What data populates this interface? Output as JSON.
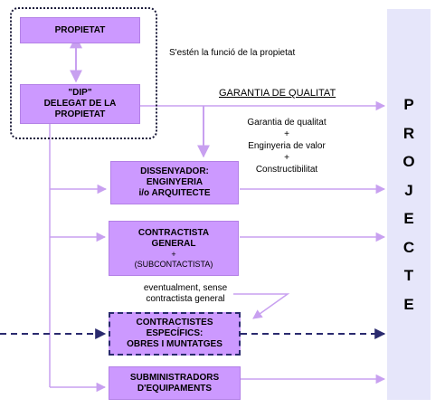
{
  "boxes": {
    "propietat": "PROPIETAT",
    "dip_line1": "\"DIP\"",
    "dip_line2": "DELEGAT DE LA",
    "dip_line3": "PROPIETAT",
    "dissenyador_line1": "DISSENYADOR:",
    "dissenyador_line2": "ENGINYERIA",
    "dissenyador_line3": "i/o ARQUITECTE",
    "contractista_line1": "CONTRACTISTA",
    "contractista_line2": "GENERAL",
    "contractista_plus": "+",
    "contractista_line3": "(SUBCONTACTISTA)",
    "especifics_line1": "CONTRACTISTES",
    "especifics_line2": "ESPECÍFICS:",
    "especifics_line3": "OBRES I MUNTATGES",
    "subministradors_line1": "SUBMINISTRADORS",
    "subministradors_line2": "D'EQUIPAMENTS"
  },
  "labels": {
    "extends": "S'estén la funció de la propietat",
    "garantia_header": "GARANTIA DE QUALITAT",
    "garantia_1": "Garantia de qualitat",
    "plus_1": "+",
    "garantia_2": "Enginyeria de valor",
    "plus_2": "+",
    "garantia_3": "Constructibilitat",
    "eventual_1": "eventualment, sense",
    "eventual_2": "contractista general"
  },
  "projecte": [
    "P",
    "R",
    "O",
    "J",
    "E",
    "C",
    "T",
    "E"
  ],
  "colors": {
    "box_fill": "#cc99ff",
    "arrow": "#c8a0f0",
    "dashed_arrow": "#2a2a6e",
    "projecte_fill": "#e6e6fa",
    "group_border": "#1b1b3a"
  }
}
